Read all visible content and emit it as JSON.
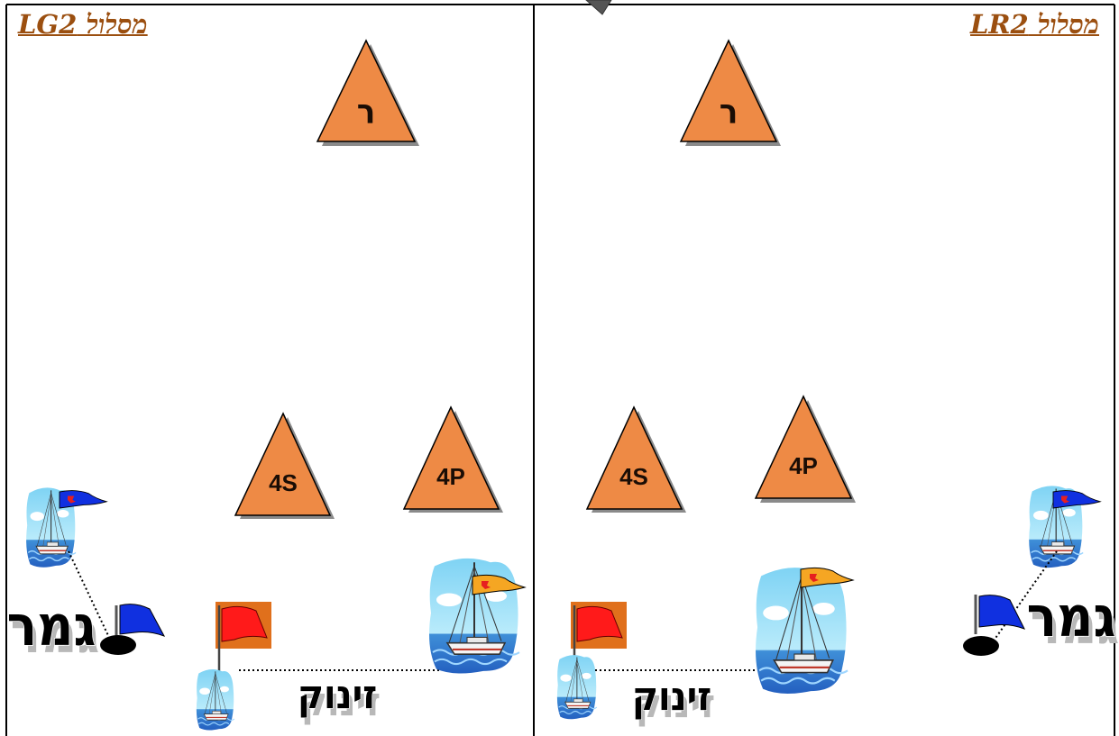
{
  "left_panel": {
    "title": "מסלול  LG2",
    "windward_mark": "ר",
    "gate_starboard": "4S",
    "gate_port": "4P",
    "finish_label": "גמר",
    "start_label": "זינוק"
  },
  "right_panel": {
    "title": "מסלול  LR2",
    "windward_mark": "ר",
    "gate_starboard": "4S",
    "gate_port": "4P",
    "finish_label": "גמר",
    "start_label": "זינוק"
  },
  "colors": {
    "mark_fill": "#ee8a45",
    "title_color": "#9b4f10",
    "start_flag": "#ff1a1a",
    "flag_bg": "#e0701c",
    "finish_flag": "#1030e0",
    "border": "#000000"
  }
}
